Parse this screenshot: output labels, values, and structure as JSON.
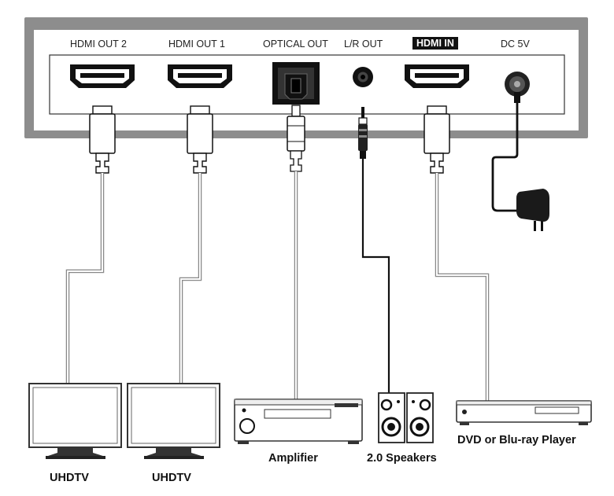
{
  "ports": {
    "hdmi_out_2": "HDMI OUT 2",
    "hdmi_out_1": "HDMI OUT 1",
    "optical_out": "OPTICAL OUT",
    "lr_out": "L/R OUT",
    "hdmi_in": "HDMI IN",
    "dc_5v": "DC 5V"
  },
  "devices": {
    "uhdtv_1": "UHDTV",
    "uhdtv_2": "UHDTV",
    "amplifier": "Amplifier",
    "speakers": "2.0 Speakers",
    "player": "DVD or Blu-ray Player"
  }
}
